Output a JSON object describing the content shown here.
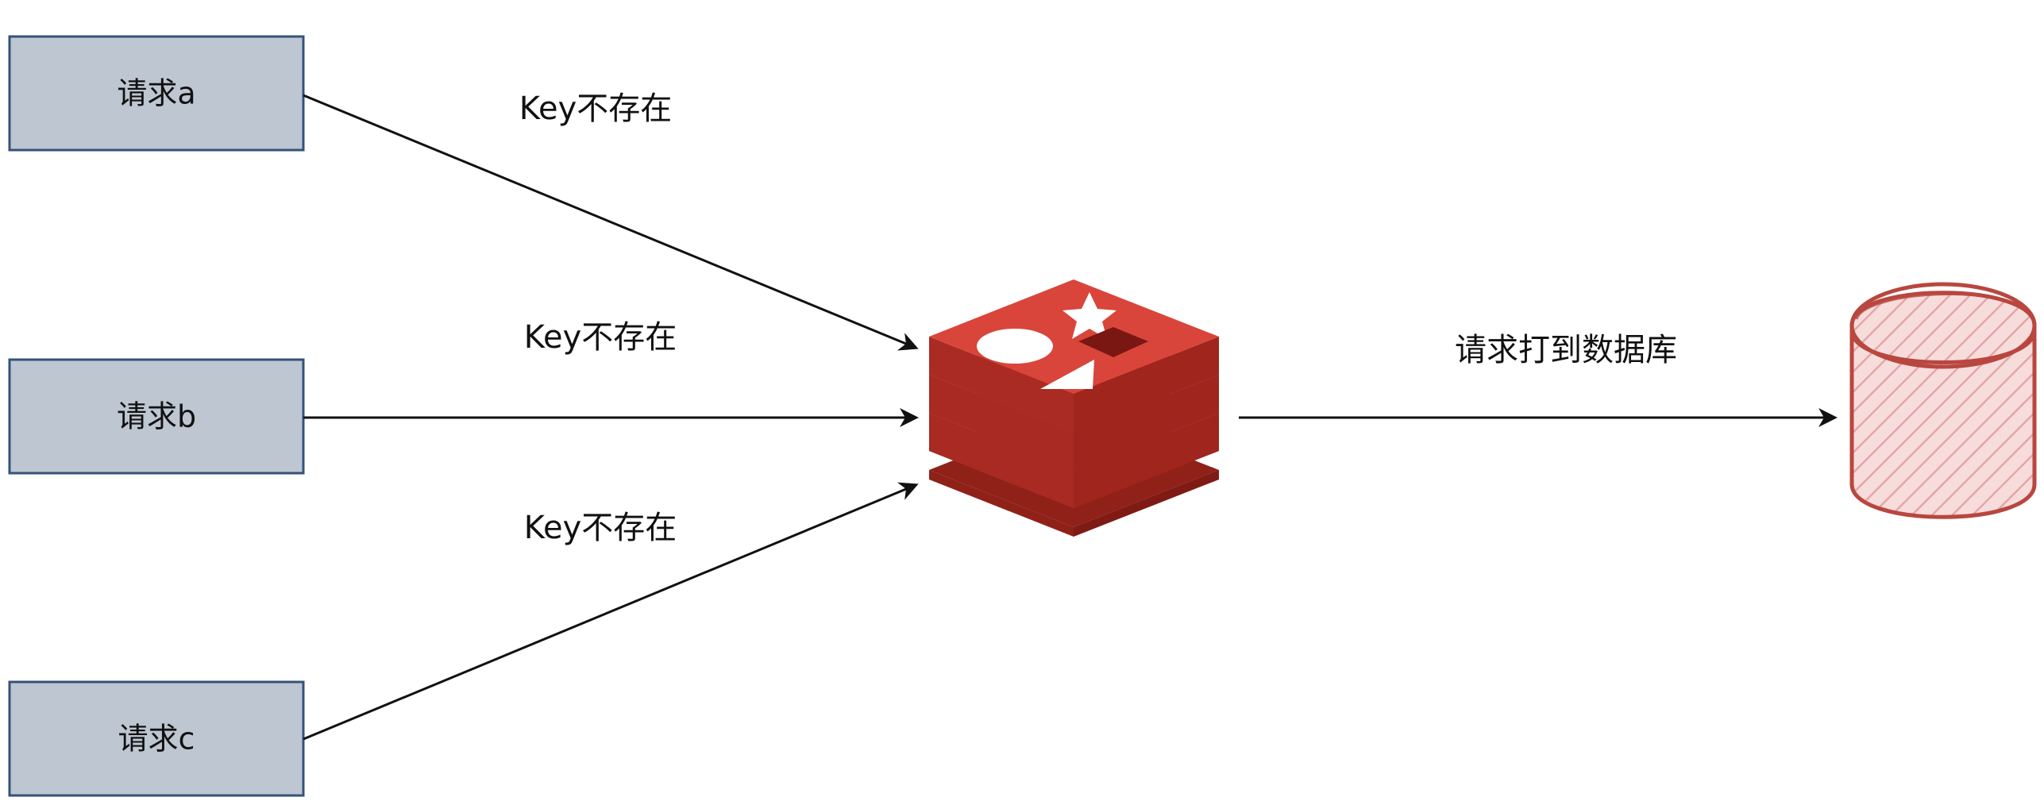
{
  "diagram": {
    "requests": [
      {
        "label": "请求a"
      },
      {
        "label": "请求b"
      },
      {
        "label": "请求c"
      }
    ],
    "edges": {
      "a_label": "Key不存在",
      "b_label": "Key不存在",
      "c_label": "Key不存在",
      "db_label": "请求打到数据库"
    },
    "colors": {
      "request_fill": "#bdc6d1",
      "request_stroke": "#34527a",
      "cache_red": "#c6362c",
      "cache_dark": "#8f2119",
      "database_stroke": "#b8473f"
    },
    "icons": {
      "cache": "redis-logo-icon",
      "database": "database-cylinder-icon"
    }
  }
}
